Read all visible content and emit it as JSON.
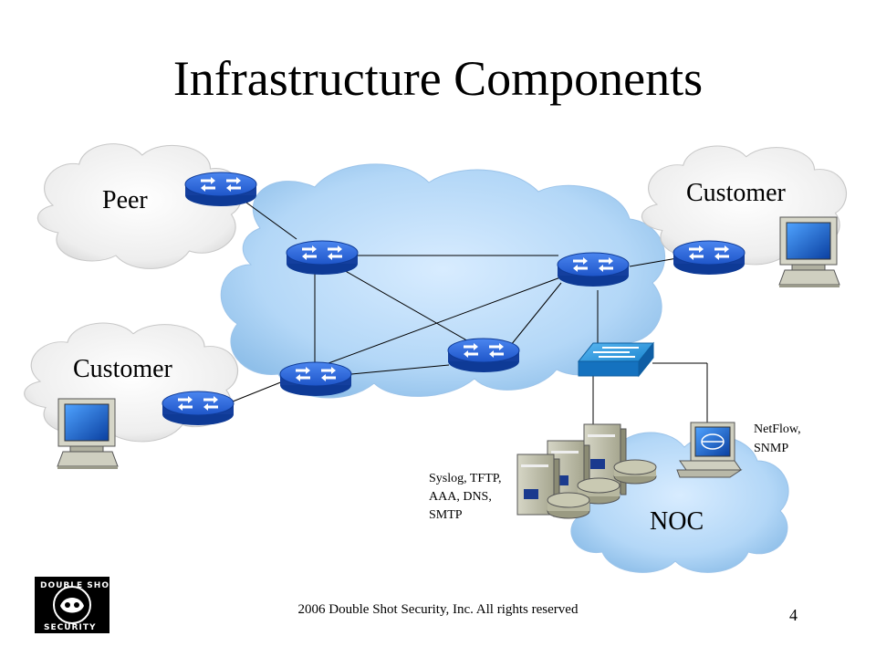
{
  "slide": {
    "title": "Infrastructure Components",
    "footer": "2006 Double Shot Security, Inc. All rights reserved",
    "page_number": "4"
  },
  "clouds": {
    "peer": "Peer",
    "customer_top": "Customer",
    "customer_left": "Customer",
    "noc": "NOC"
  },
  "annotations": {
    "services_lines": [
      "Syslog, TFTP,",
      "AAA, DNS,",
      "SMTP"
    ],
    "monitoring_lines": [
      "NetFlow,",
      "SNMP"
    ]
  },
  "logo": {
    "text_top": "DOUBLE SHOT",
    "text_bottom": "SECURITY"
  },
  "colors": {
    "router": "#1f5bd6",
    "cloud_gray": "#e8e8e8",
    "cloud_blue": "#a9cdf1",
    "switch": "#2a8fd8",
    "line": "#000000"
  }
}
